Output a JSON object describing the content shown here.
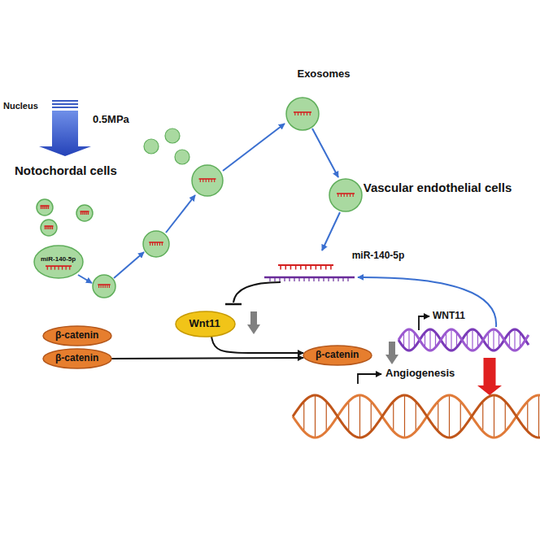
{
  "diagram": {
    "nodes": [
      {
        "text": [
          "Notochordal cells"
        ]
      },
      {
        "text": [
          "Nucleus"
        ],
        "in": 0
      },
      {
        "text": [
          "miR-140-5p"
        ],
        "in": 0
      },
      {
        "text": [
          "Vascular endothelial cells"
        ]
      },
      {
        "text": [
          "Wnt11"
        ],
        "in": 3
      },
      {
        "text": [
          "β-catenin"
        ],
        "in": 3
      },
      {
        "text": [
          "β-catenin"
        ],
        "in": 3
      },
      {
        "text": [
          "β-catenin"
        ],
        "in": 3
      }
    ],
    "edges": [
      {
        "from": 4,
        "to": 7,
        "arrow": "to"
      },
      {
        "from": 6,
        "to": 7,
        "arrow": "to"
      }
    ],
    "labels": [
      "0.5MPa",
      "Exosomes",
      "miR-140-5p",
      "WNT11",
      "Angiogenesis"
    ]
  }
}
